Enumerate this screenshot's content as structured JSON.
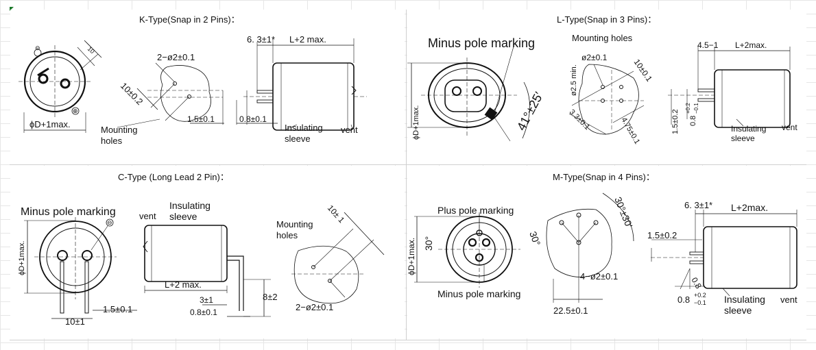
{
  "panels": {
    "k": {
      "title": "K-Type(Snap in 2 Pins)：",
      "labels": {
        "diameter": "ϕD+1max.",
        "side_10": "10",
        "mounting": "Mounting",
        "holes": "holes",
        "hole_dia": "2−ø2±0.1",
        "pitch": "10±0.2",
        "lead_len": "6. 3±1*",
        "body_len": "L+2 max.",
        "p1": "1.5±0.1",
        "p2": "0.8±0.1",
        "sleeve1": "Insulating",
        "sleeve2": "sleeve",
        "vent": "vent",
        "minus": "⊖",
        "plus": "⊕"
      }
    },
    "l": {
      "title": "L-Type(Snap in 3 Pins)：",
      "labels": {
        "minus_marking": "Minus pole marking",
        "diameter": "ϕD+1max.",
        "angle": "41°±25′",
        "mounting": "Mounting holes",
        "hole": "ø2±0.1",
        "pitch": "10±0.1",
        "min": "ø2.5 min.",
        "a": "3.3±0.1",
        "b": "4.75±0.1",
        "c": "1.5±0.2",
        "d_main": "0.8",
        "d_tol_up": "+0.2",
        "d_tol_dn": "−0.1",
        "lead_len": "4.5−1",
        "body_len": "L+2max.",
        "sleeve1": "Insulating",
        "sleeve2": "sleeve",
        "vent": "vent"
      }
    },
    "c": {
      "title": "C-Type (Long Lead 2 Pin)：",
      "labels": {
        "minus_marking": "Minus pole marking",
        "minus": "⊖",
        "diameter": "ϕD+1max.",
        "p_10": "10±1",
        "p_15": "1.5±0.1",
        "vent": "vent",
        "sleeve1": "Insulating",
        "sleeve2": "sleeve",
        "body_len": "L+2 max.",
        "lead_3": "3±1",
        "lead_08": "0.8±0.1",
        "lead_8": "8±2",
        "mounting1": "Mounting",
        "mounting2": "holes",
        "pitch": "10± 1",
        "hole_dia": "2−ø2±0.1"
      }
    },
    "m": {
      "title": "M-Type(Snap in  4 Pins)：",
      "labels": {
        "plus_marking": "Plus pole marking",
        "minus_marking": "Minus pole marking",
        "diameter": "ϕD+1max.",
        "ang_l": "30°",
        "ang_r": "30°",
        "ang_top": "30°±30′",
        "holes": "4−ø2±0.1",
        "pitch": "22.5±0.1",
        "lead_len": "6. 3±1*",
        "body_len": "L+2max.",
        "p15": "1.5±0.2",
        "p08": "0.8",
        "d_main": "0.8",
        "d_tol_up": "+0.2",
        "d_tol_dn": "−0.1",
        "sleeve1": "Insulating",
        "sleeve2": "sleeve",
        "vent": "vent"
      }
    }
  }
}
